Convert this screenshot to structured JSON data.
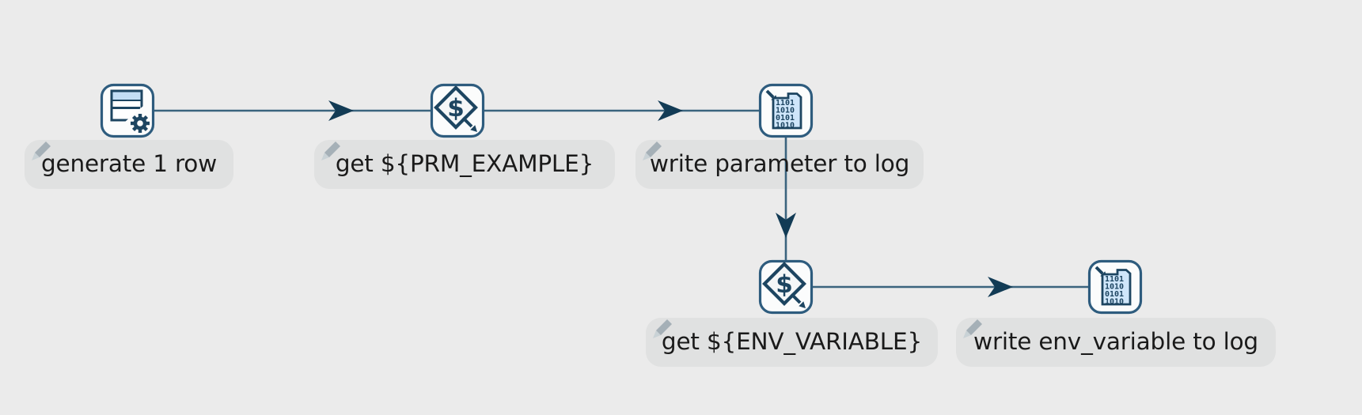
{
  "app": {
    "name": "transformation canvas"
  },
  "colors": {
    "canvas_bg": "#ebebeb",
    "pill_bg": "#e0e1e1",
    "hop_line": "#3b647e",
    "hop_arrow": "#123b55",
    "icon_border": "#2e5c7e",
    "icon_glyph": "#1d4561",
    "doc_fill": "#cfe6fa",
    "table_header_fill": "#c3def5",
    "label_text": "#1a1a1a"
  },
  "steps": [
    {
      "name": "generate 1 row",
      "type": "generate-rows"
    },
    {
      "name": "get ${PRM_EXAMPLE}",
      "type": "get-variables"
    },
    {
      "name": "write parameter to log",
      "type": "write-to-log"
    },
    {
      "name": "get ${ENV_VARIABLE}",
      "type": "get-variables"
    },
    {
      "name": "write env_variable to log",
      "type": "write-to-log"
    }
  ],
  "hops": [
    {
      "from": "generate 1 row",
      "to": "get ${PRM_EXAMPLE}"
    },
    {
      "from": "get ${PRM_EXAMPLE}",
      "to": "write parameter to log"
    },
    {
      "from": "write parameter to log",
      "to": "get ${ENV_VARIABLE}"
    },
    {
      "from": "get ${ENV_VARIABLE}",
      "to": "write env_variable to log"
    }
  ],
  "icons": {
    "dollar_glyph": "$",
    "binary_rows": [
      "1101",
      "1010",
      "0101",
      "1010"
    ]
  }
}
